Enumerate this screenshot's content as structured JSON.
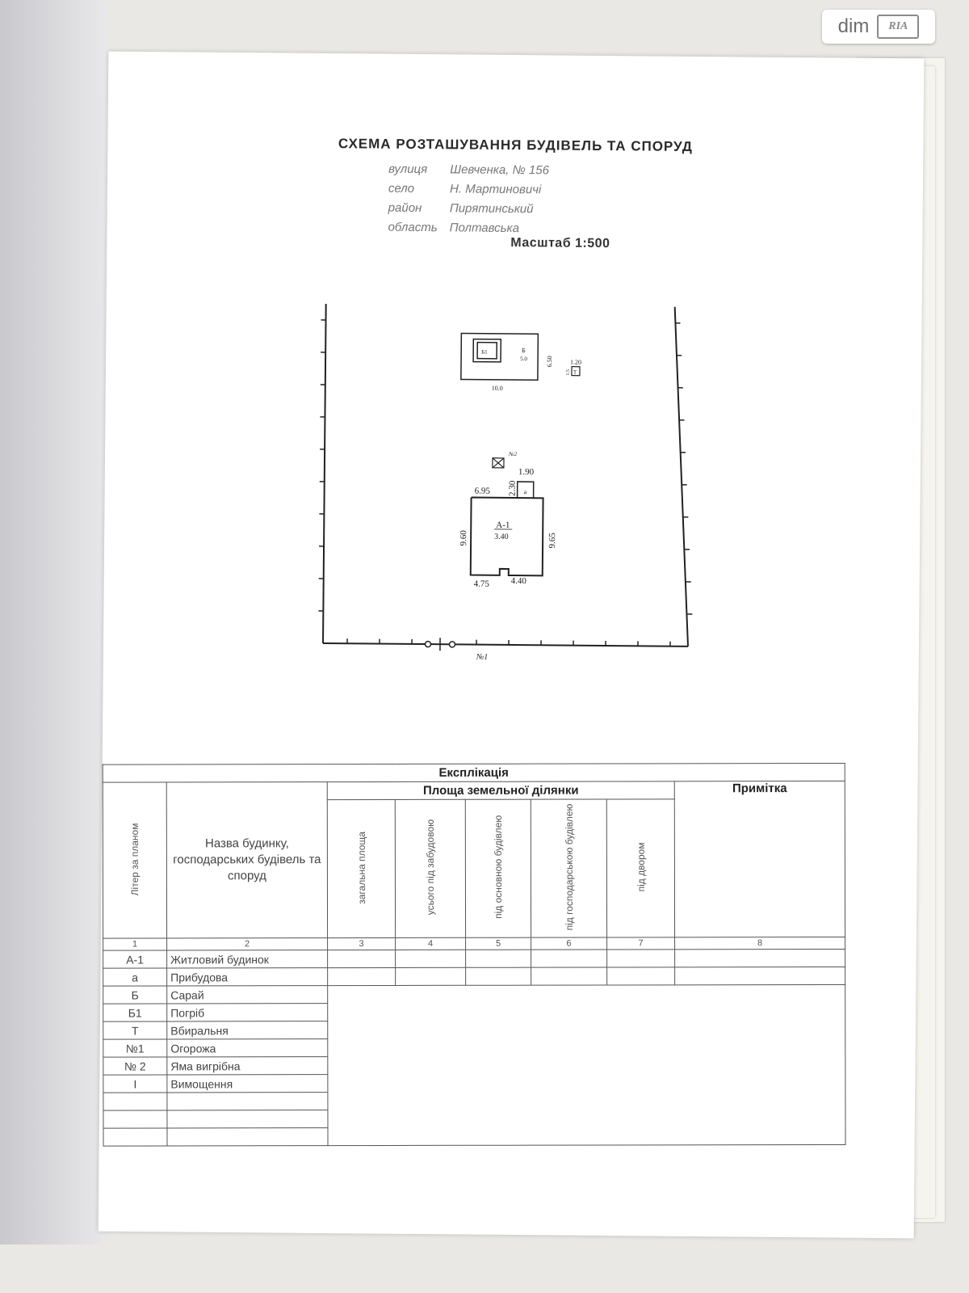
{
  "watermark": {
    "brand_dim": "dim",
    "brand_ria": "RIA"
  },
  "document": {
    "title": "СХЕМА РОЗТАШУВАННЯ БУДІВЕЛЬ ТА СПОРУД",
    "address": [
      {
        "key": "вулиця",
        "value": "Шевченка,   № 156"
      },
      {
        "key": "село",
        "value": "Н. Мартиновичі"
      },
      {
        "key": "район",
        "value": "Пирятинський"
      },
      {
        "key": "область",
        "value": "Полтавська"
      }
    ],
    "scale": "Масштаб 1:500"
  },
  "plan": {
    "barn_dim_width": "10.0",
    "barn_dim_height": "6.50",
    "barn_label_b": "Б",
    "barn_label_b_area": "5.0",
    "barn_label_b1": "Б1",
    "toilet_label": "Т",
    "toilet_dim": "1.20",
    "toilet_dim_side": "1.5",
    "pit_label": "№2",
    "ext_width": "1.90",
    "ext_height": "2.30",
    "ext_label": "а",
    "house_top": "6.95",
    "house_left": "9.60",
    "house_right": "9.65",
    "house_bottom_left": "4.75",
    "house_bottom_right": "4.40",
    "house_label": "А-1",
    "house_sub": "3.40",
    "fence_label": "№1"
  },
  "explication": {
    "title": "Експлікація",
    "group_header": "Площа земельної ділянки",
    "note_header": "Примітка",
    "col_litera": "Літер за планом",
    "col_name": "Назва будинку, господарських будівель та споруд",
    "col_total": "загальна площа",
    "col_built": "усього під забудовою",
    "col_main": "під основною будівлею",
    "col_aux": "під господарською будівлею",
    "col_yard": "під двором",
    "col_numbers": [
      "1",
      "2",
      "3",
      "4",
      "5",
      "6",
      "7",
      "8"
    ],
    "rows": [
      {
        "code": "А-1",
        "name": "Житловий будинок"
      },
      {
        "code": "а",
        "name": "Прибудова"
      },
      {
        "code": "Б",
        "name": "Сарай"
      },
      {
        "code": "Б1",
        "name": "Погріб"
      },
      {
        "code": "Т",
        "name": "Вбиральня"
      },
      {
        "code": "№1",
        "name": "Огорожа"
      },
      {
        "code": "№ 2",
        "name": "Яма вигрібна"
      },
      {
        "code": "І",
        "name": "Вимощення"
      },
      {
        "code": "",
        "name": ""
      },
      {
        "code": "",
        "name": ""
      },
      {
        "code": "",
        "name": ""
      }
    ]
  }
}
